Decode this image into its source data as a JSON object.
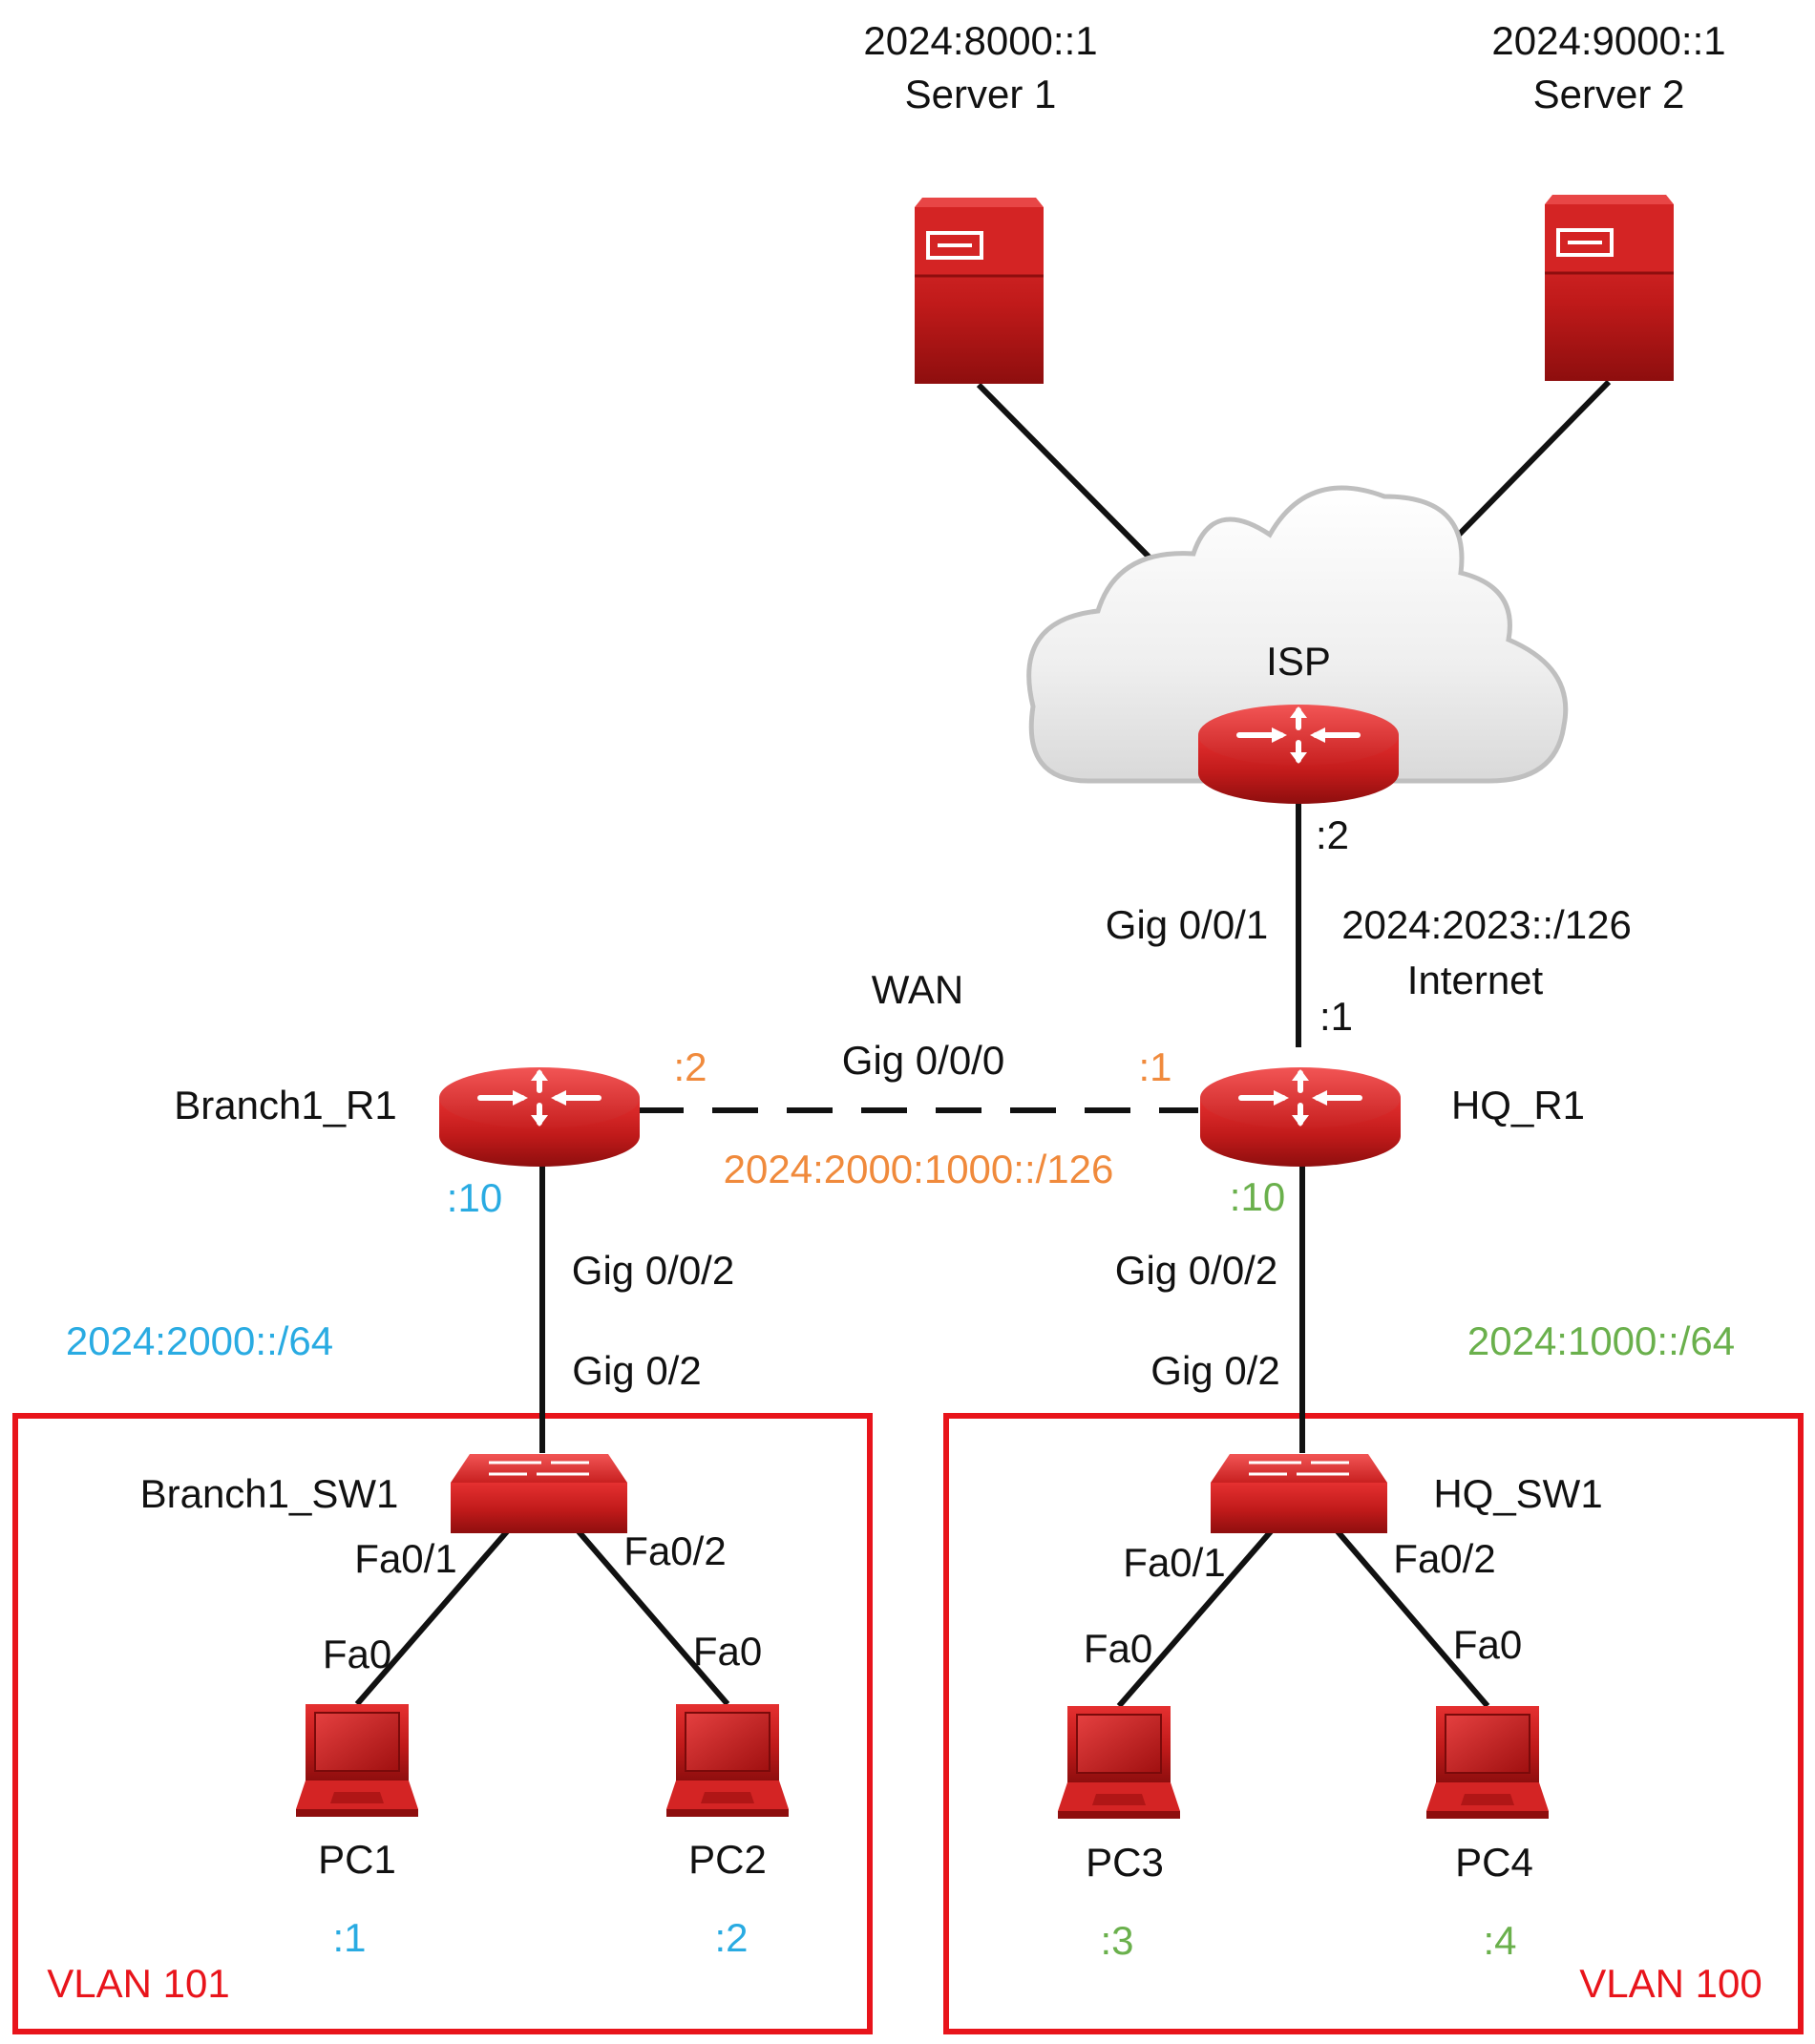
{
  "colors": {
    "device_red": "#CC1F1F",
    "device_dark": "#8E0E0E",
    "vlan_border": "#E8141B",
    "blue": "#29ABE2",
    "green": "#6AB04C",
    "orange": "#F08A3C",
    "link": "#111111"
  },
  "servers": {
    "server1": {
      "address": "2024:8000::1",
      "name": "Server 1"
    },
    "server2": {
      "address": "2024:9000::1",
      "name": "Server 2"
    }
  },
  "isp": {
    "name": "ISP",
    "host": ":2",
    "hq_interface": "Gig 0/0/1",
    "network": "2024:2023::/126",
    "network_label": "Internet",
    "hq_host": ":1"
  },
  "wan": {
    "title": "WAN",
    "interface": "Gig 0/0/0",
    "network": "2024:2000:1000::/126",
    "branch_host": ":2",
    "hq_host": ":1"
  },
  "branch": {
    "router": "Branch1_R1",
    "router_host": ":10",
    "router_interface": "Gig 0/0/2",
    "switch_interface": "Gig 0/2",
    "network": "2024:2000::/64",
    "switch": "Branch1_SW1",
    "vlan": "VLAN 101",
    "ports": {
      "left_sw": "Fa0/1",
      "right_sw": "Fa0/2",
      "left_pc": "Fa0",
      "right_pc": "Fa0"
    },
    "pcs": [
      {
        "name": "PC1",
        "host": ":1"
      },
      {
        "name": "PC2",
        "host": ":2"
      }
    ]
  },
  "hq": {
    "router": "HQ_R1",
    "router_host": ":10",
    "router_interface": "Gig 0/0/2",
    "switch_interface": "Gig 0/2",
    "network": "2024:1000::/64",
    "switch": "HQ_SW1",
    "vlan": "VLAN 100",
    "ports": {
      "left_sw": "Fa0/1",
      "right_sw": "Fa0/2",
      "left_pc": "Fa0",
      "right_pc": "Fa0"
    },
    "pcs": [
      {
        "name": "PC3",
        "host": ":3"
      },
      {
        "name": "PC4",
        "host": ":4"
      }
    ]
  }
}
